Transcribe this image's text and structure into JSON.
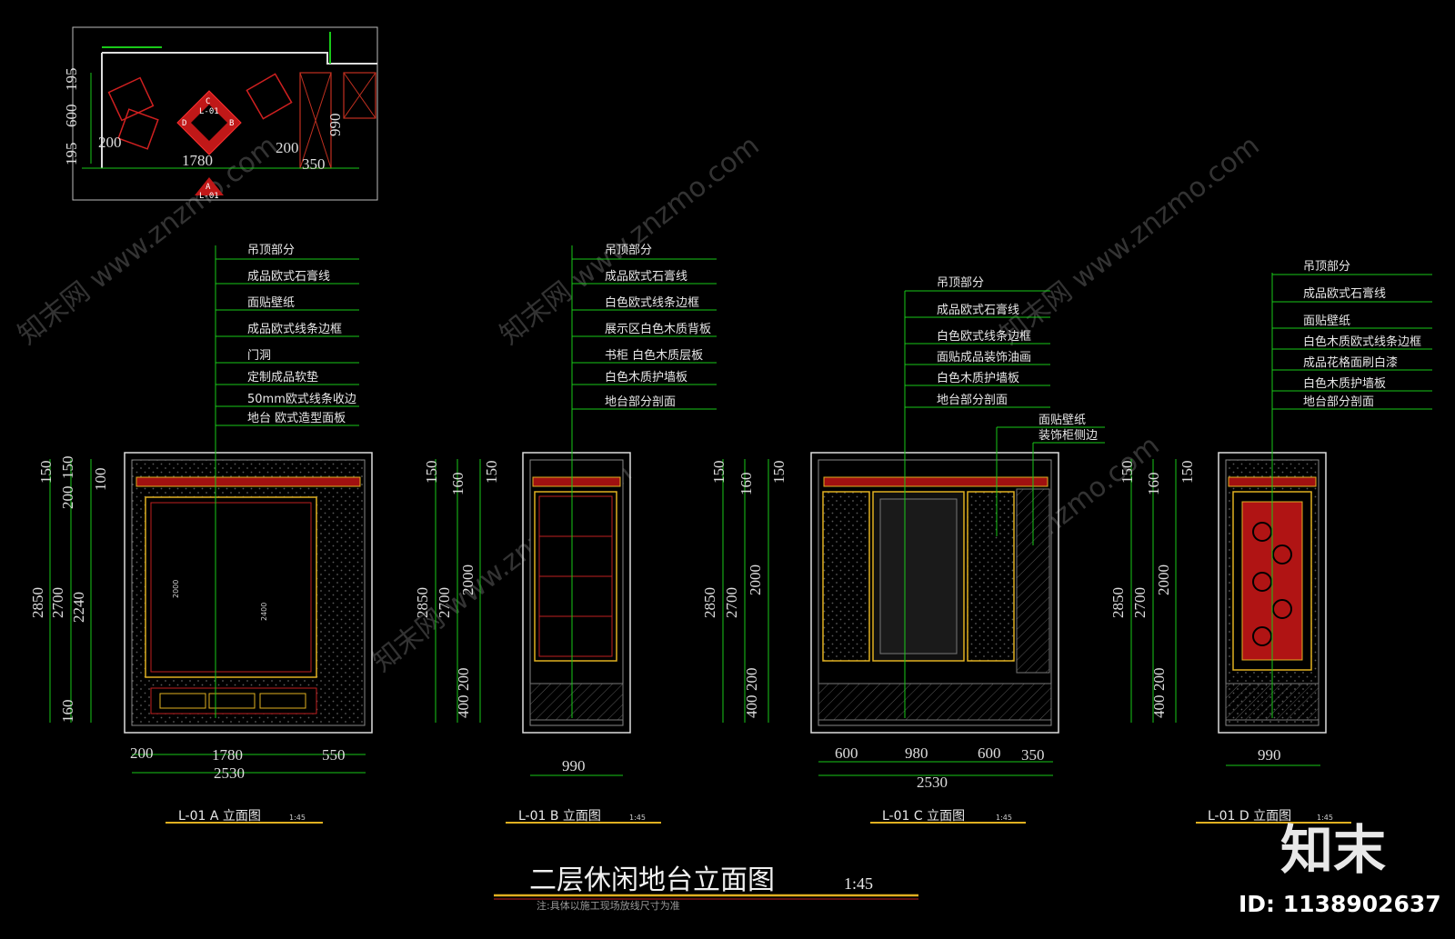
{
  "title": {
    "main": "二层休闲地台立面图",
    "scale": "1:45",
    "note": "注:具体以施工现场放线尺寸为准"
  },
  "colors": {
    "bg": "#000000",
    "dim": "#19c919",
    "frame": "#d8d8d8",
    "accent": "#e02020",
    "gold": "#e0b020",
    "watermark": "#3a3a3a"
  },
  "brand": {
    "logo_text": "知末",
    "id_text": "ID: 1138902637",
    "watermark_text": "知末网 www.znzmo.com"
  },
  "plan": {
    "dims_h": [
      "200",
      "1780",
      "200",
      "350"
    ],
    "dims_v": [
      "195",
      "600",
      "195"
    ],
    "dim_990": "990",
    "markers": [
      "C",
      "L-01",
      "B",
      "D",
      "A",
      "L-01"
    ]
  },
  "elevations": [
    {
      "id": "A",
      "caption": "L-01  A  立面图",
      "caption_scale": "1:45",
      "labels": [
        "吊顶部分",
        "成品欧式石膏线",
        "面贴壁纸",
        "成品欧式线条边框",
        "门洞",
        "定制成品软垫",
        "50mm欧式线条收边",
        "地台 欧式造型面板"
      ],
      "dims_v": [
        "150",
        "200",
        "150",
        "100",
        "2850",
        "2700",
        "2240",
        "160"
      ],
      "dims_h": [
        "200",
        "1780",
        "550",
        "2530"
      ],
      "inner": [
        "2000",
        "2400"
      ]
    },
    {
      "id": "B",
      "caption": "L-01  B  立面图",
      "caption_scale": "1:45",
      "labels": [
        "吊顶部分",
        "成品欧式石膏线",
        "白色欧式线条边框",
        "展示区白色木质背板",
        "书柜  白色木质层板",
        "白色木质护墙板",
        "地台部分剖面"
      ],
      "dims_v": [
        "150",
        "160",
        "150",
        "2850",
        "2700",
        "2000",
        "200",
        "400"
      ],
      "dims_h": [
        "990"
      ]
    },
    {
      "id": "C",
      "caption": "L-01  C  立面图",
      "caption_scale": "1:45",
      "labels": [
        "吊顶部分",
        "成品欧式石膏线",
        "白色欧式线条边框",
        "面贴成品装饰油画",
        "白色木质护墙板",
        "地台部分剖面",
        "面贴壁纸",
        "装饰柜侧边"
      ],
      "dims_v": [
        "150",
        "160",
        "150",
        "2850",
        "2700",
        "2000",
        "200",
        "400"
      ],
      "dims_h": [
        "600",
        "980",
        "600",
        "350",
        "2530"
      ]
    },
    {
      "id": "D",
      "caption": "L-01  D  立面图",
      "caption_scale": "1:45",
      "labels": [
        "吊顶部分",
        "成品欧式石膏线",
        "面贴壁纸",
        "白色木质欧式线条边框",
        "成品花格面刷白漆",
        "白色木质护墙板",
        "地台部分剖面"
      ],
      "dims_v": [
        "150",
        "160",
        "150",
        "2850",
        "2700",
        "2000",
        "200",
        "400"
      ],
      "dims_h": [
        "990"
      ]
    }
  ]
}
